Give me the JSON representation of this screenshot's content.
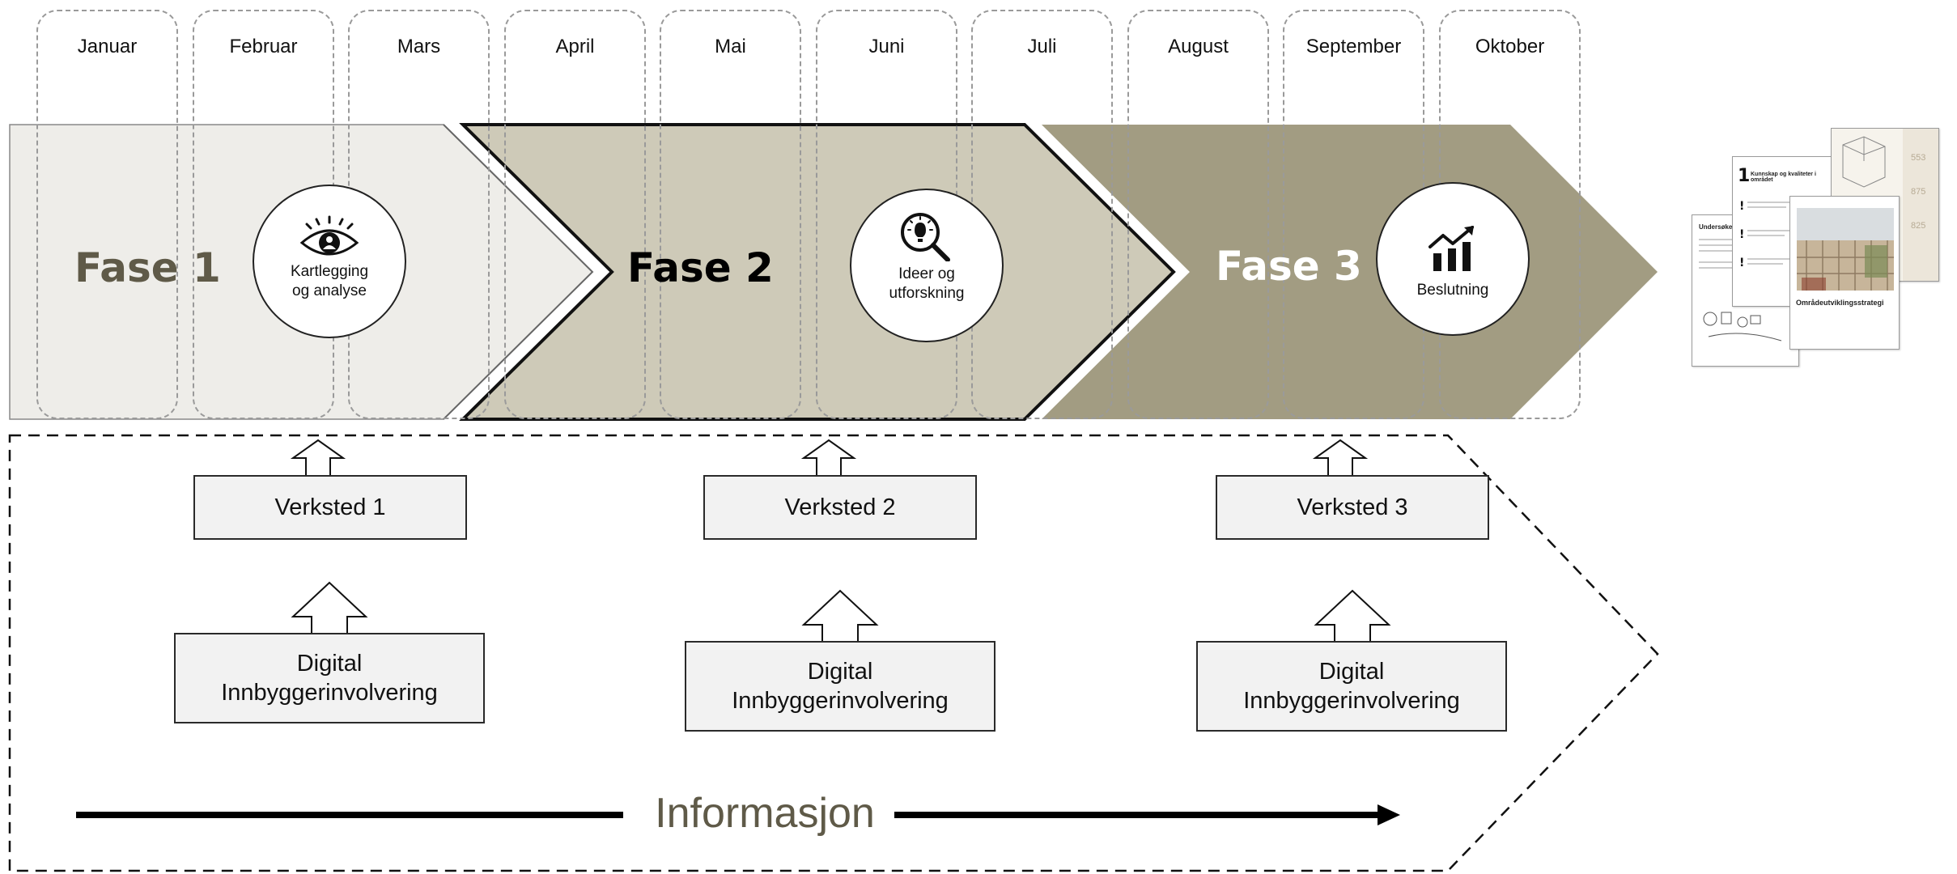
{
  "months": [
    "Januar",
    "Februar",
    "Mars",
    "April",
    "Mai",
    "Juni",
    "Juli",
    "August",
    "September",
    "Oktober"
  ],
  "phases": [
    {
      "title": "Fase 1",
      "label": "Kartlegging\nog analyse",
      "icon": "eye-icon",
      "fill": "#eeede9",
      "title_color": "#5f5a48"
    },
    {
      "title": "Fase 2",
      "label": "Ideer og\nutforskning",
      "icon": "lightbulb-magnifier-icon",
      "fill": "#cecab8",
      "title_color": "#000000"
    },
    {
      "title": "Fase 3",
      "label": "Beslutning",
      "icon": "bar-chart-trend-icon",
      "fill": "#a29c82",
      "title_color": "#ffffff"
    }
  ],
  "workshops": [
    "Verksted 1",
    "Verksted 2",
    "Verksted 3"
  ],
  "digital_label": "Digital\nInnbyggerinvolvering",
  "information_label": "Informasjon",
  "document_preview": {
    "title_left": "Undersøkelse",
    "heading": "Kunnskap og kvaliteter i området",
    "main_title": "Områdeutviklingsstrategi",
    "stats": [
      "553",
      "875",
      "825"
    ]
  }
}
